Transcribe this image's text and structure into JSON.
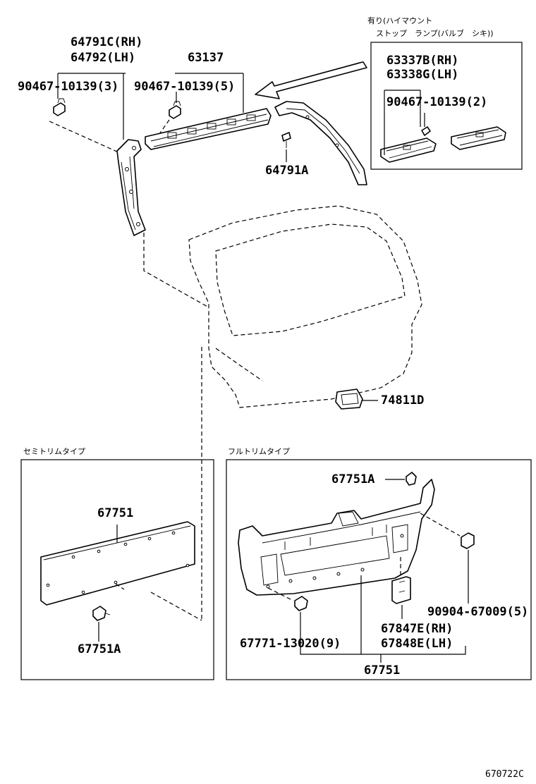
{
  "labels": {
    "p64791c": "64791C(RH)",
    "p64792": "64792(LH)",
    "p90467_3": "90467-10139(3)",
    "p63137": "63137",
    "p90467_5": "90467-10139(5)",
    "p64791a": "64791A",
    "p63337b": "63337B(RH)",
    "p63338g": "63338G(LH)",
    "p90467_2": "90467-10139(2)",
    "p74811d": "74811D",
    "p67751_semi": "67751",
    "p67751a_semi": "67751A",
    "p67751a_full": "67751A",
    "p90904": "90904-67009(5)",
    "p67847e": "67847E(RH)",
    "p67848e": "67848E(LH)",
    "p67771": "67771-13020(9)",
    "p67751_full": "67751"
  },
  "notes": {
    "highmount_line1": "有り(ハイマウント",
    "highmount_line2": "ストップ　ランプ(バルブ　シキ))",
    "semi_trim": "セミトリムタイプ",
    "full_trim": "フルトリムタイプ"
  },
  "diagram_code": "670722C"
}
